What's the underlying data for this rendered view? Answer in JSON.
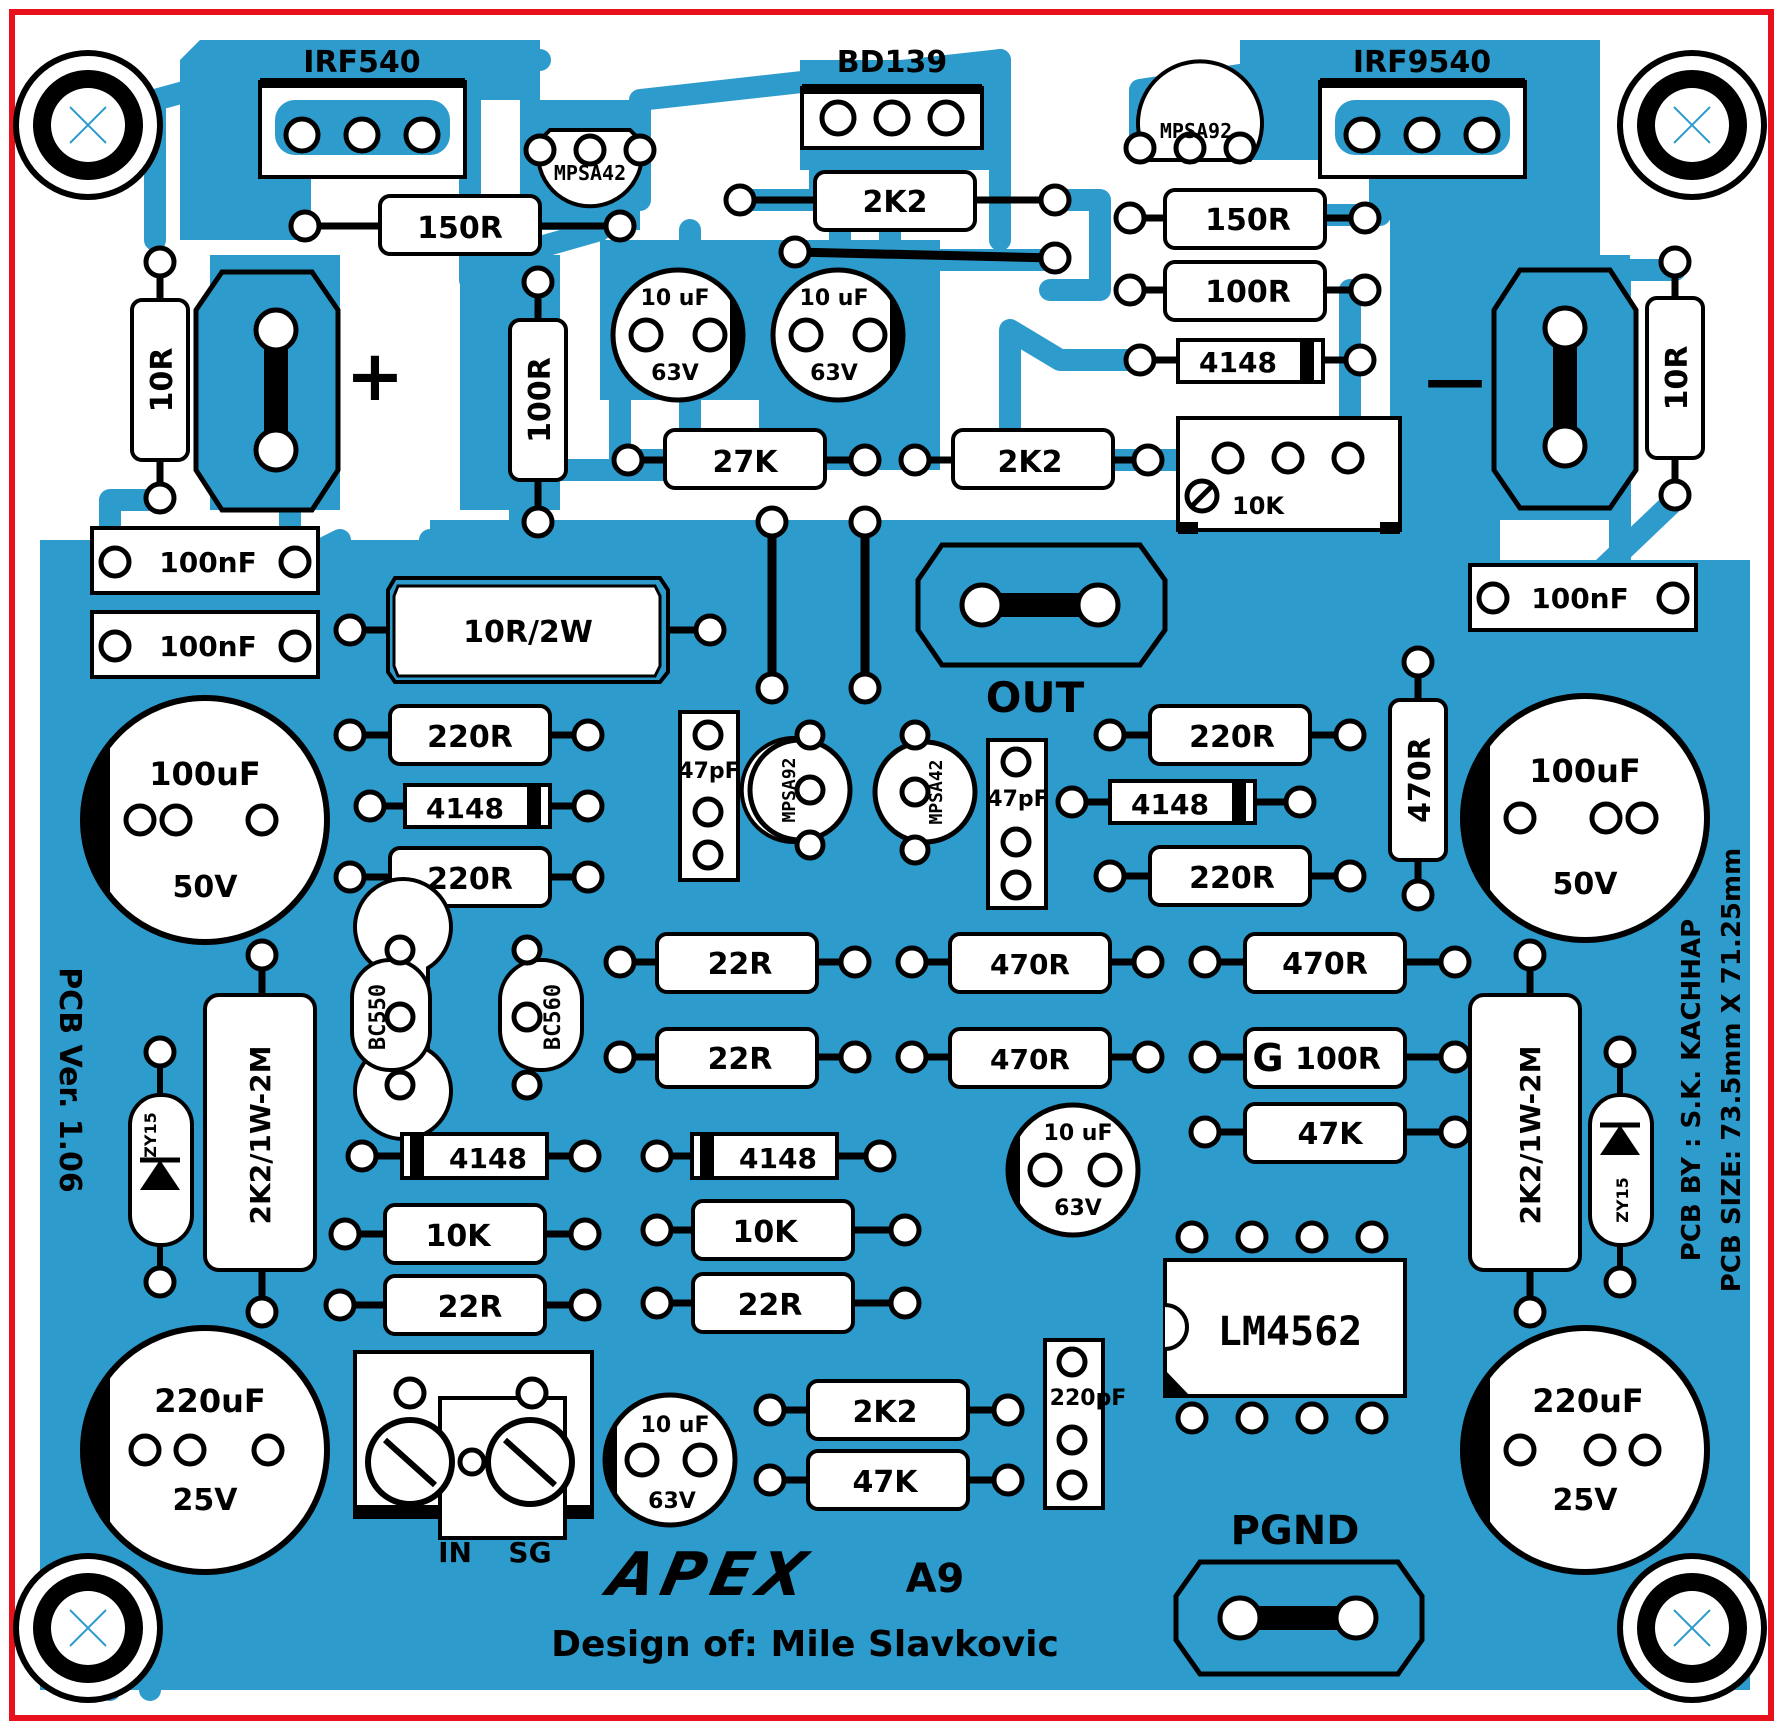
{
  "board": {
    "copper_color": "#2e9bcd",
    "border_color": "#e8101a",
    "title": "APEX A9",
    "brand": "APEX",
    "model": "A9",
    "designer": "Design of: Mile Slavkovic",
    "version": "PCB Ver. 1.06",
    "pcb_by": "PCB BY : S.K. KACHHAP",
    "pcb_size": "PCB SIZE: 73.5mm X 71.25mm"
  },
  "markers": {
    "plus": "+",
    "minus": "—",
    "out": "OUT",
    "pgnd": "PGND",
    "in": "IN",
    "sg": "SG",
    "g": "G"
  },
  "transistors": {
    "irf540": "IRF540",
    "bd139": "BD139",
    "irf9540": "IRF9540",
    "mpsa42_top": "MPSA42",
    "mpsa92_top": "MPSA92",
    "mpsa92_mid": "MPSA92",
    "mpsa42_mid": "MPSA42",
    "bc550": "BC550",
    "bc560": "BC560",
    "lm4562": "LM4562"
  },
  "resistors": {
    "r150_left": "150R",
    "r2k2_top": "2K2",
    "r150_right": "150R",
    "r100_right": "100R",
    "r10_left": "10R",
    "r10_right": "10R",
    "r100_left": "100R",
    "r27k": "27K",
    "r2k2_mid": "2K2",
    "r10r2w": "10R/2W",
    "r220_l1": "220R",
    "r220_l2": "220R",
    "r220_r1": "220R",
    "r220_r2": "220R",
    "r470_vert": "470R",
    "r22_a": "22R",
    "r22_b": "22R",
    "r470_a": "470R",
    "r470_b": "470R",
    "r470_c": "470R",
    "r100_g": "100R",
    "r47k_a": "47K",
    "r2k2_1w_left": "2K2/1W-2M",
    "r2k2_1w_right": "2K2/1W-2M",
    "r10k_a": "10K",
    "r10k_b": "10K",
    "r22_c": "22R",
    "r22_d": "22R",
    "r2k2_bot": "2K2",
    "r47k_bot": "47K"
  },
  "trimmer": {
    "label": "10K"
  },
  "capacitors": {
    "c10u_1": {
      "value": "10 uF",
      "voltage": "63V"
    },
    "c10u_2": {
      "value": "10 uF",
      "voltage": "63V"
    },
    "c10u_3": {
      "value": "10 uF",
      "voltage": "63V"
    },
    "c10u_4": {
      "value": "10 uF",
      "voltage": "63V"
    },
    "c100u_left": {
      "value": "100uF",
      "voltage": "50V"
    },
    "c100u_right": {
      "value": "100uF",
      "voltage": "50V"
    },
    "c220u_left": {
      "value": "220uF",
      "voltage": "25V"
    },
    "c220u_right": {
      "value": "220uF",
      "voltage": "25V"
    },
    "c100n_1": "100nF",
    "c100n_2": "100nF",
    "c100n_3": "100nF",
    "c47p_1": "47pF",
    "c47p_2": "47pF",
    "c220p": "220pF"
  },
  "diodes": {
    "d4148_top": "4148",
    "d4148_l": "4148",
    "d4148_r": "4148",
    "d4148_bl": "4148",
    "d4148_bm": "4148",
    "zy15_left": "ZY15",
    "zy15_right": "ZY15"
  }
}
